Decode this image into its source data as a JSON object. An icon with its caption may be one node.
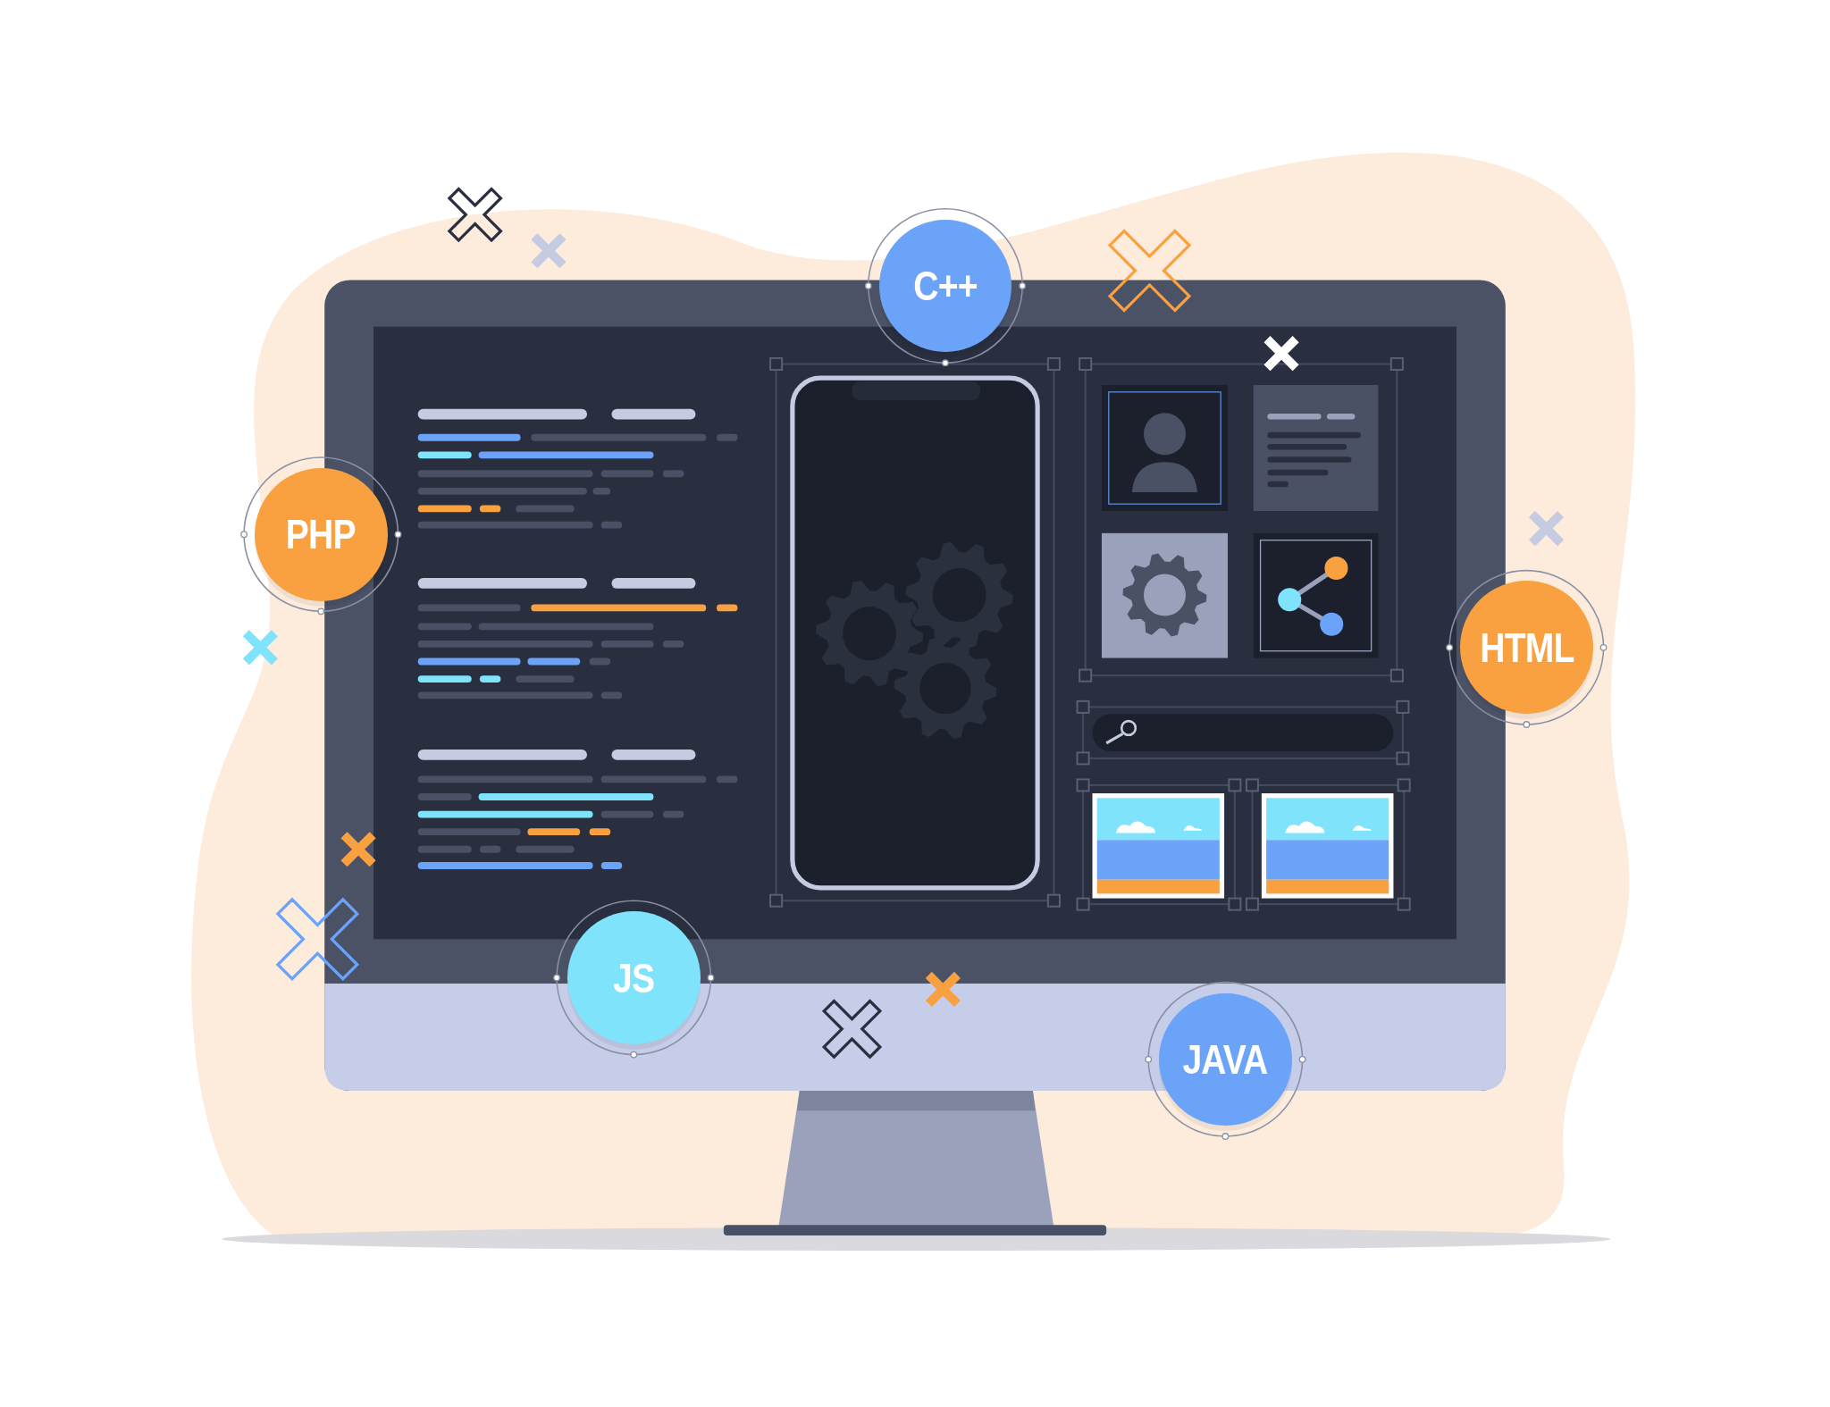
{
  "diagram": {
    "nodes": [
      {
        "text": [
          "C++"
        ]
      },
      {
        "text": [
          "PHP"
        ]
      },
      {
        "text": [
          "HTML"
        ]
      },
      {
        "text": [
          "JS"
        ]
      },
      {
        "text": [
          "JAVA"
        ]
      }
    ]
  }
}
